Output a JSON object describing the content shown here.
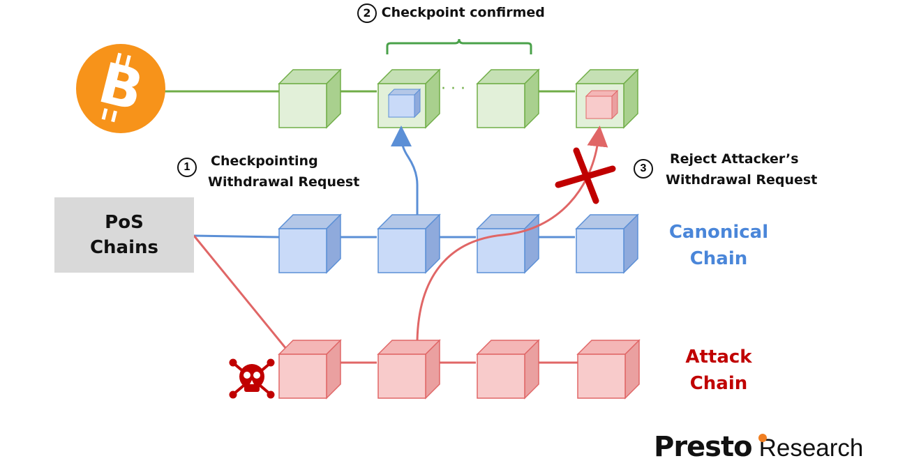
{
  "steps": {
    "step1": {
      "num": "1",
      "line1": "Checkpointing",
      "line2": "Withdrawal Request"
    },
    "step2": {
      "num": "2",
      "text": "Checkpoint confirmed"
    },
    "step3": {
      "num": "3",
      "line1": "Reject Attacker’s",
      "line2": "Withdrawal Request"
    }
  },
  "pos_box": {
    "line1": "PoS",
    "line2": "Chains"
  },
  "chains": {
    "bitcoin": {
      "color": "#70ad47",
      "icon": "bitcoin-icon",
      "ellipsis": "· · ·"
    },
    "canonical": {
      "line1": "Canonical",
      "line2": "Chain",
      "color": "#4a86d9"
    },
    "attack": {
      "line1": "Attack",
      "line2": "Chain",
      "color": "#c00000"
    }
  },
  "icons": {
    "attacker": "skull-virus-icon",
    "reject": "red-x-icon",
    "brand_mark": "orange-dot-icon"
  },
  "colors": {
    "green": "#70ad47",
    "blue": "#5b8fd6",
    "red": "#e06666",
    "bitcoin_orange": "#f7931a"
  },
  "logo": {
    "brand": "Presto",
    "sub": "Research"
  }
}
